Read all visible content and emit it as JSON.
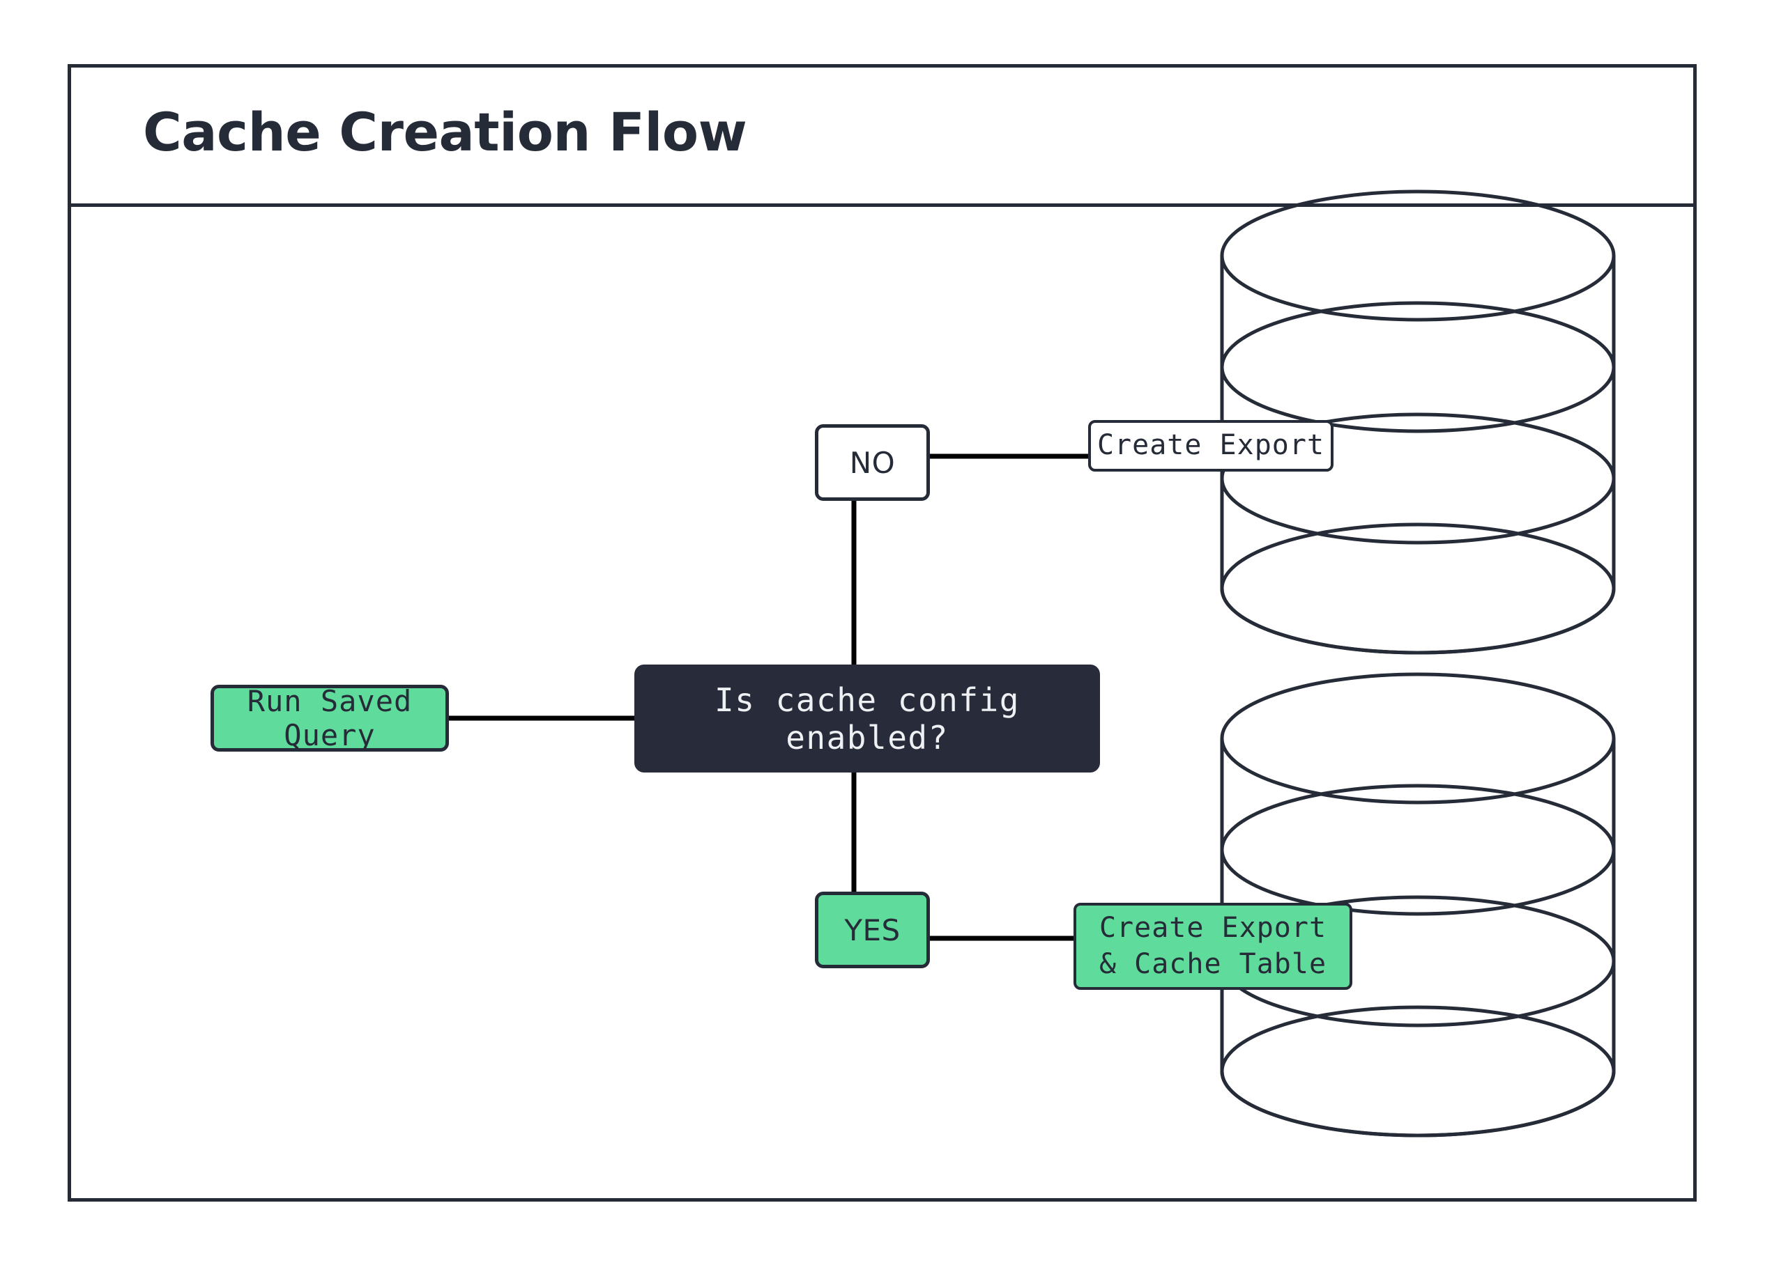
{
  "diagram": {
    "title": "Cache Creation Flow",
    "type": "flowchart",
    "colors": {
      "accent_green": "#5FDB9B",
      "dark_navy": "#262B38",
      "decision_fill": "#282C3A",
      "decision_text": "#EEF0F4",
      "canvas": "#ffffff",
      "connector": "#000000"
    },
    "nodes": [
      {
        "id": "run-saved-query",
        "label": "Run Saved Query",
        "shape": "rounded-rect",
        "fill": "green"
      },
      {
        "id": "decision",
        "label": "Is cache config enabled?",
        "shape": "rounded-rect",
        "fill": "dark"
      },
      {
        "id": "edge-label-no",
        "label": "NO",
        "shape": "rounded-rect",
        "fill": "white"
      },
      {
        "id": "edge-label-yes",
        "label": "YES",
        "shape": "rounded-rect",
        "fill": "green"
      },
      {
        "id": "database-export",
        "label": "Create Export",
        "shape": "cylinder",
        "fill": "white"
      },
      {
        "id": "database-export-cache",
        "label": "Create Export\n& Cache Table",
        "label_line_1": "Create Export",
        "label_line_2": "& Cache Table",
        "shape": "cylinder",
        "fill": "green"
      }
    ],
    "edges": [
      {
        "from": "run-saved-query",
        "to": "decision",
        "label": ""
      },
      {
        "from": "decision",
        "to": "edge-label-no",
        "label": "NO"
      },
      {
        "from": "edge-label-no",
        "to": "database-export",
        "label": ""
      },
      {
        "from": "decision",
        "to": "edge-label-yes",
        "label": "YES"
      },
      {
        "from": "edge-label-yes",
        "to": "database-export-cache",
        "label": ""
      }
    ]
  }
}
